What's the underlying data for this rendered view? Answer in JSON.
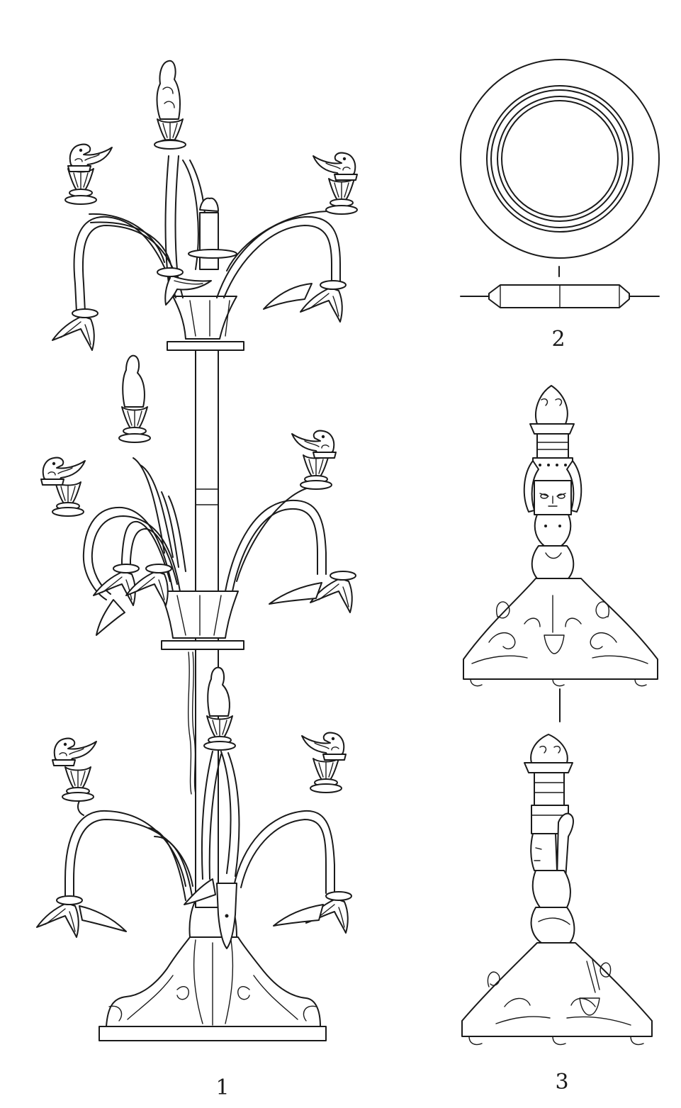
{
  "figure": {
    "items": [
      {
        "id": "tree",
        "label": "1"
      },
      {
        "id": "disc",
        "label": "2"
      },
      {
        "id": "stand",
        "label": "3"
      }
    ]
  }
}
